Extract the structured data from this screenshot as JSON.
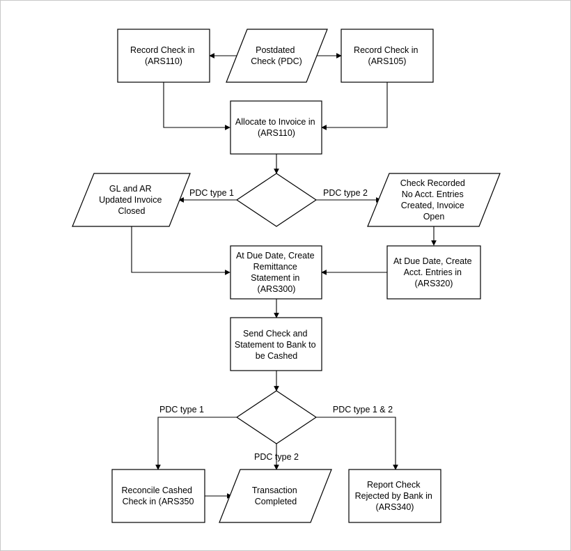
{
  "nodes": {
    "pdc_start": {
      "lines": [
        "Postdated",
        "Check (PDC)"
      ]
    },
    "record_ars110": {
      "lines": [
        "Record Check in",
        "(ARS110)"
      ]
    },
    "record_ars105": {
      "lines": [
        "Record Check in",
        "(ARS105)"
      ]
    },
    "allocate": {
      "lines": [
        "Allocate to Invoice in",
        "(ARS110)"
      ]
    },
    "decision_1": {
      "lines": []
    },
    "gl_ar_updated": {
      "lines": [
        "GL and AR",
        "Updated Invoice",
        "Closed"
      ]
    },
    "check_recorded": {
      "lines": [
        "Check Recorded",
        "No Acct. Entries",
        "Created, Invoice",
        "Open"
      ]
    },
    "remittance": {
      "lines": [
        "At Due Date, Create",
        "Remittance",
        "Statement in",
        "(ARS300)"
      ]
    },
    "acct_entries": {
      "lines": [
        "At Due Date, Create",
        "Acct. Entries in",
        "(ARS320)"
      ]
    },
    "send_check": {
      "lines": [
        "Send Check and",
        "Statement to Bank to",
        "be Cashed"
      ]
    },
    "decision_2": {
      "lines": []
    },
    "reconcile": {
      "lines": [
        "Reconcile Cashed",
        "Check in (ARS350"
      ]
    },
    "completed": {
      "lines": [
        "Transaction",
        "Completed"
      ]
    },
    "rejected": {
      "lines": [
        "Report Check",
        "Rejected by Bank in",
        "(ARS340)"
      ]
    }
  },
  "edge_labels": {
    "d1_left": "PDC type 1",
    "d1_right": "PDC type 2",
    "d2_left": "PDC type 1",
    "d2_right": "PDC type 1 & 2",
    "d2_bottom": "PDC type 2"
  }
}
